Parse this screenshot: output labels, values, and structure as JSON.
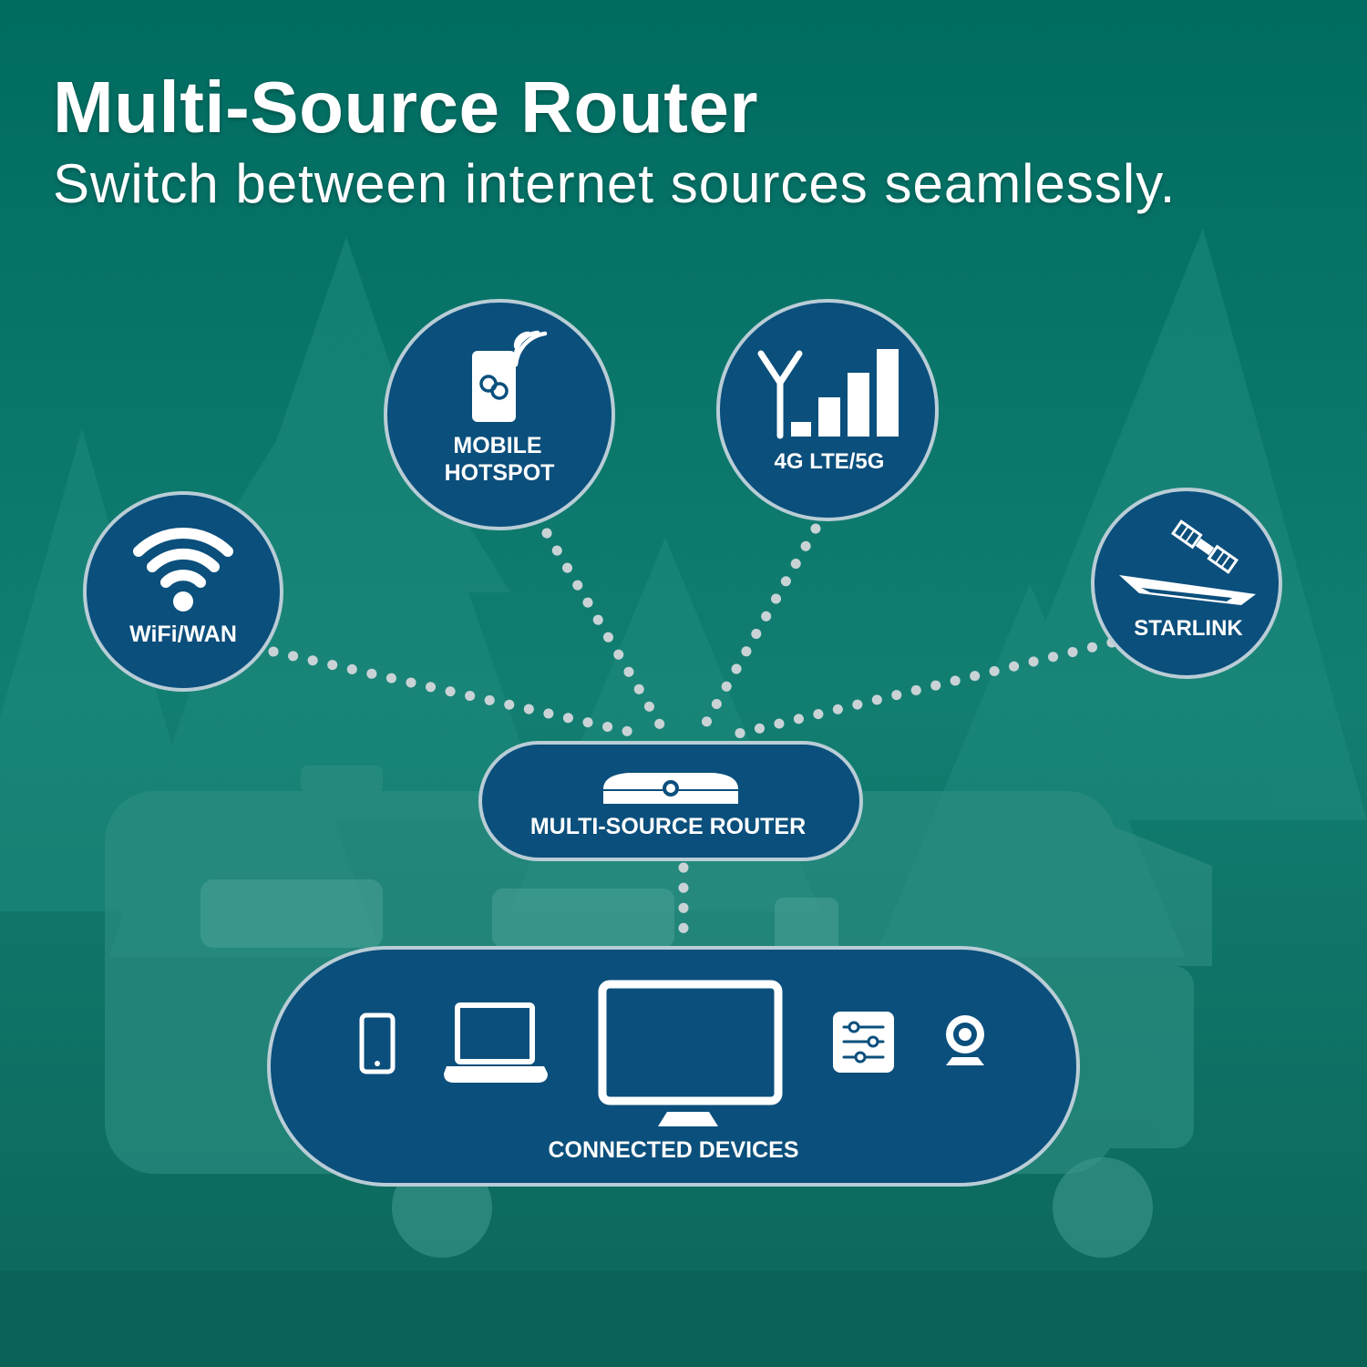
{
  "header": {
    "title": "Multi-Source Router",
    "subtitle": "Switch between internet sources seamlessly."
  },
  "sources": {
    "wifi": "WiFi/WAN",
    "hotspot_line1": "MOBILE",
    "hotspot_line2": "HOTSPOT",
    "cellular": "4G LTE/5G",
    "starlink": "STARLINK"
  },
  "router": {
    "label": "MULTI-SOURCE ROUTER"
  },
  "devices": {
    "label": "CONNECTED DEVICES",
    "icons": [
      "phone-icon",
      "laptop-icon",
      "monitor-icon",
      "control-panel-icon",
      "webcam-icon"
    ]
  },
  "colors": {
    "background": "#0d6e64",
    "node_fill": "#0b4f7c",
    "node_border": "#b9cdd6",
    "connector": "#c9d3d6",
    "text": "#ffffff"
  }
}
